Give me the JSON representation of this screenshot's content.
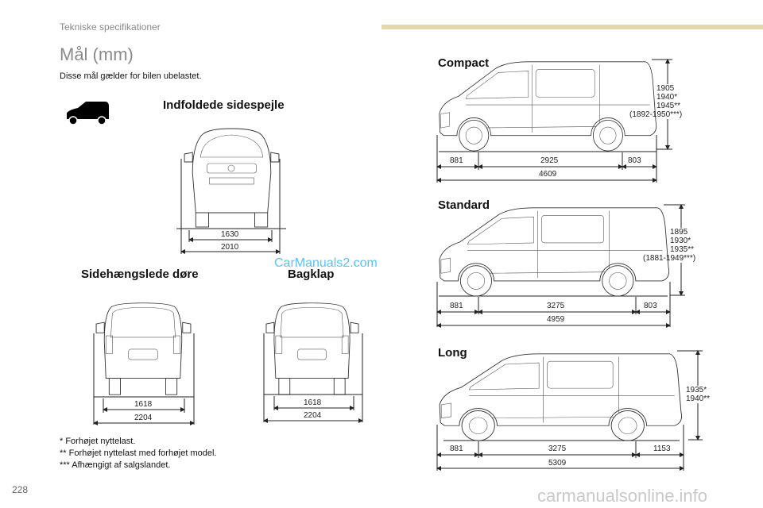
{
  "header": {
    "section": "Tekniske specifikationer",
    "page_number": "228"
  },
  "title": "Mål (mm)",
  "subtitle": "Disse mål gælder for bilen ubelastet.",
  "front": {
    "heading": "Indfoldede sidespejle",
    "inner_width": "1630",
    "outer_width": "2010"
  },
  "rear_side_doors": {
    "heading": "Sidehængslede døre",
    "inner_width": "1618",
    "outer_width": "2204"
  },
  "rear_tailgate": {
    "heading": "Bagklap",
    "inner_width": "1618",
    "outer_width": "2204"
  },
  "versions": [
    {
      "name": "Compact",
      "front_overhang": "881",
      "wheelbase": "2925",
      "rear_overhang": "803",
      "length": "4609",
      "heights": [
        "1905",
        "1940*",
        "1945**",
        "(1892-1950***)"
      ]
    },
    {
      "name": "Standard",
      "front_overhang": "881",
      "wheelbase": "3275",
      "rear_overhang": "803",
      "length": "4959",
      "heights": [
        "1895",
        "1930*",
        "1935**",
        "(1881-1949***)"
      ]
    },
    {
      "name": "Long",
      "front_overhang": "881",
      "wheelbase": "3275",
      "rear_overhang": "1153",
      "length": "5309",
      "heights": [
        "1935*",
        "1940**"
      ]
    }
  ],
  "footnotes": [
    "* Forhøjet nyttelast.",
    "** Forhøjet nyttelast med forhøjet model.",
    "*** Afhængigt af salgslandet."
  ],
  "watermarks": {
    "top": "CarManuals2.com",
    "bottom": "carmanualsonline.info"
  },
  "colors": {
    "accent_bar": "#e3d7ab",
    "heading_gray": "#8a8a8a",
    "watermark": "#5cc3ee"
  }
}
